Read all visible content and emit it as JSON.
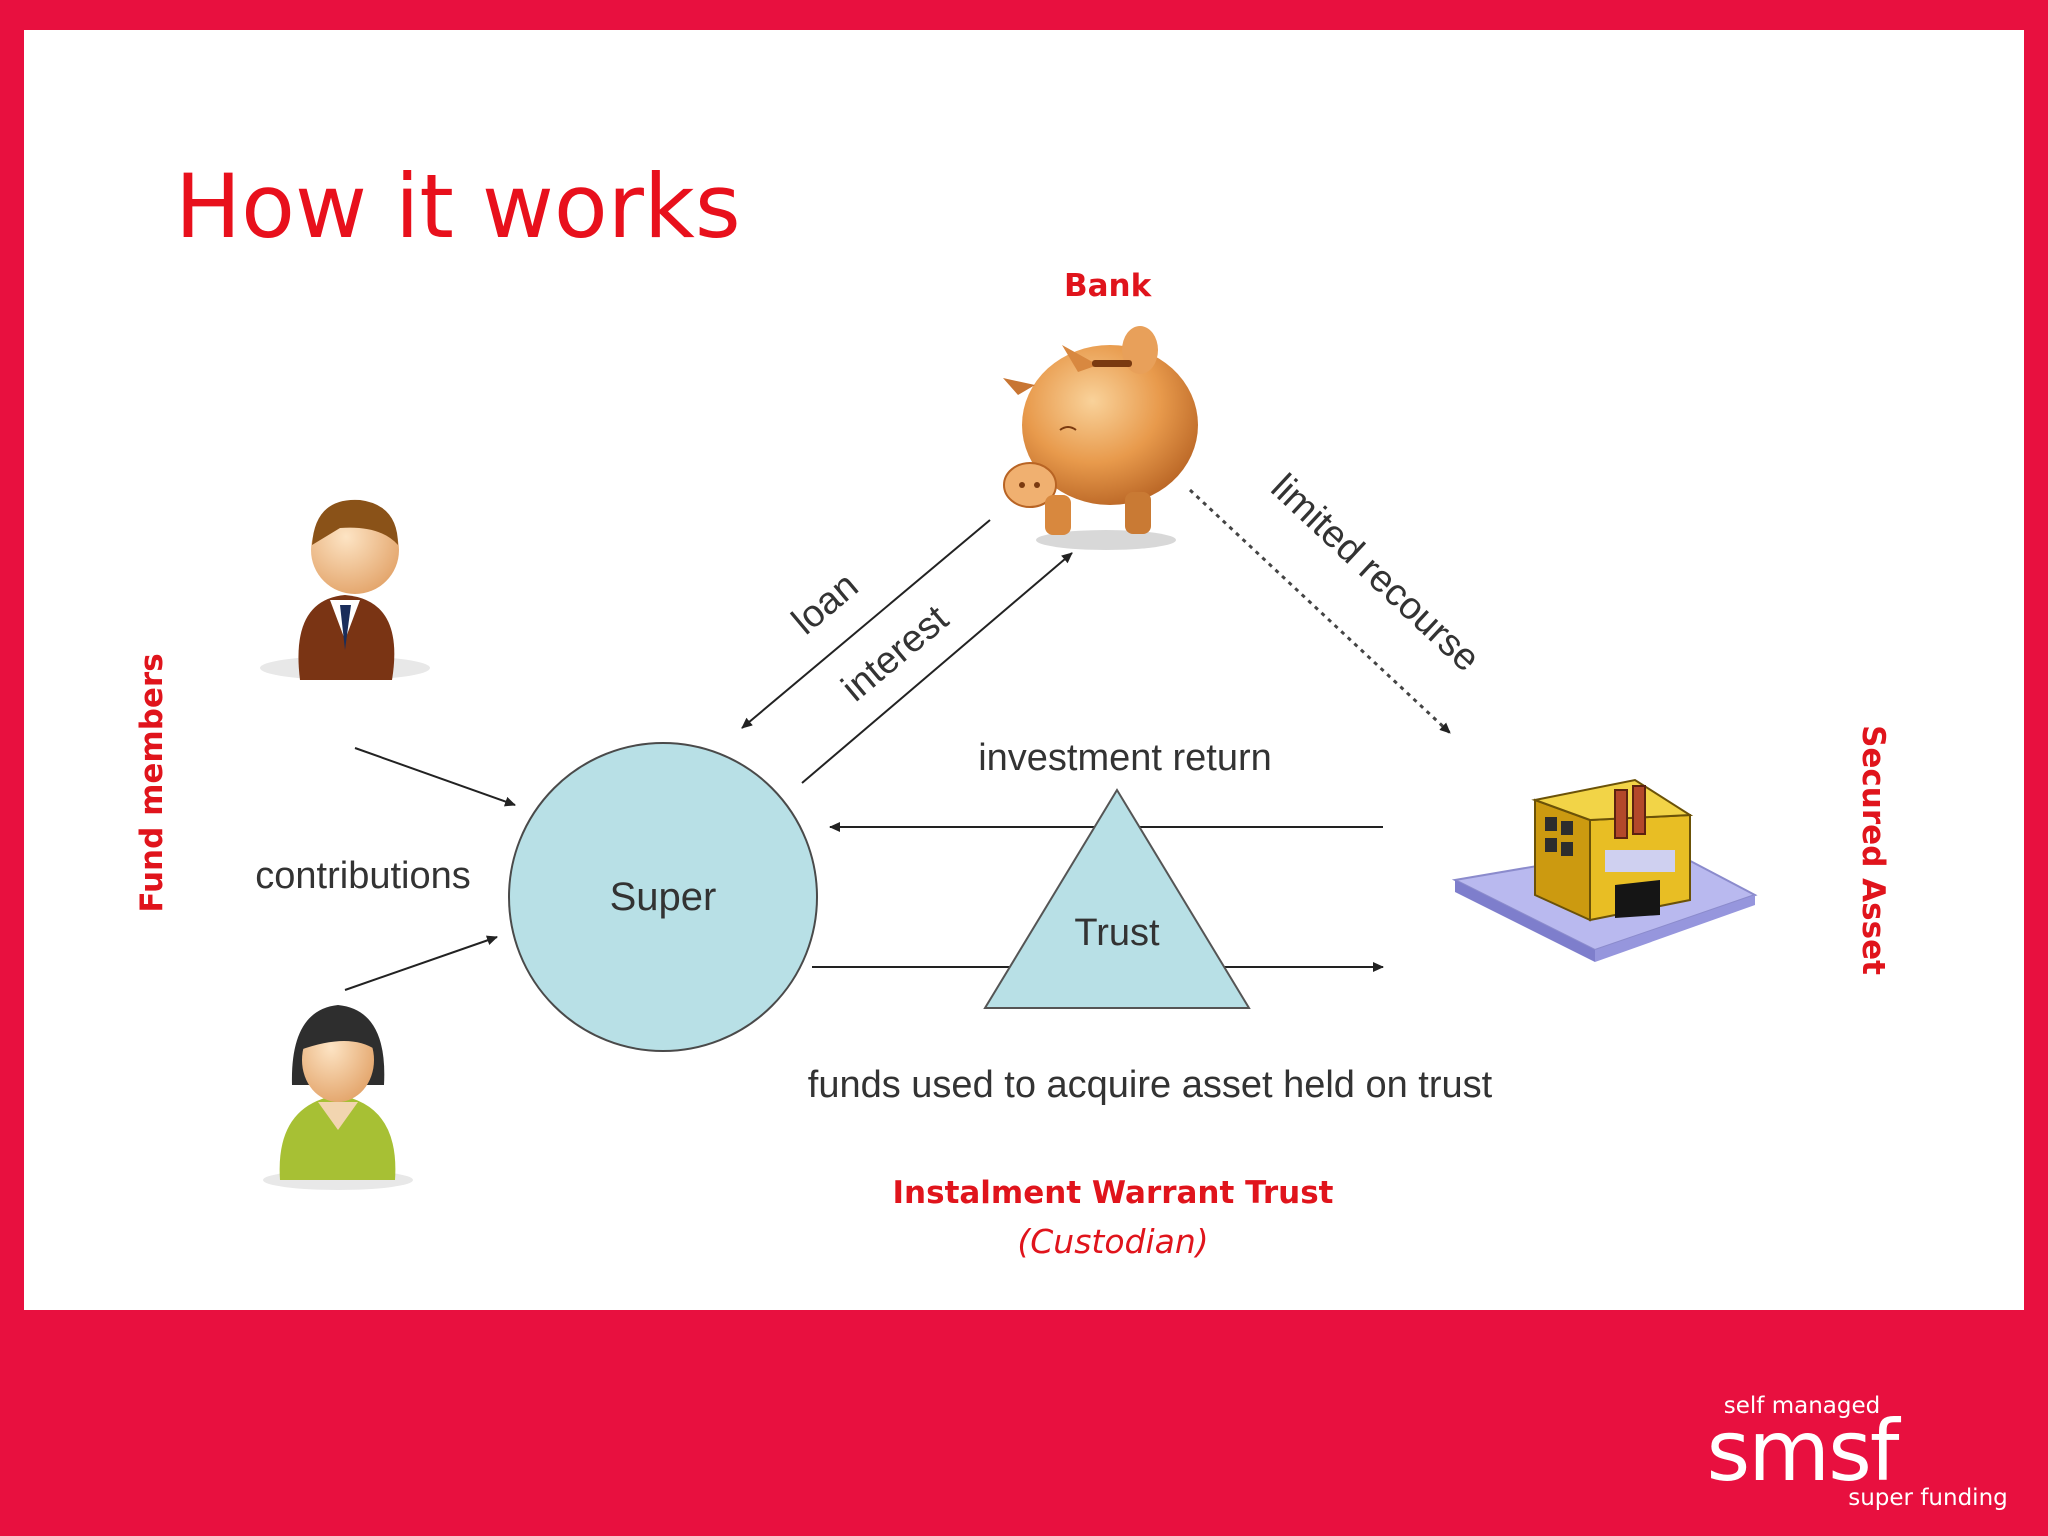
{
  "slide": {
    "title": "How it works"
  },
  "labels": {
    "bank": "Bank",
    "fund_members": "Fund members",
    "secured_asset": "Secured Asset",
    "iwt": "Instalment Warrant Trust",
    "custodian": "(Custodian)"
  },
  "diagram": {
    "super": "Super",
    "trust": "Trust",
    "contributions": "contributions",
    "loan": "loan",
    "interest": "interest",
    "limited_recourse": "limited recourse",
    "investment_return": "investment return",
    "funds_used": "funds used to acquire asset held on trust"
  },
  "logo": {
    "top": "self managed",
    "main": "smsf",
    "bottom": "super funding"
  },
  "colors": {
    "brand_red": "#e8103f",
    "label_red": "#e0141c",
    "shape_fill": "#b8e0e6"
  }
}
